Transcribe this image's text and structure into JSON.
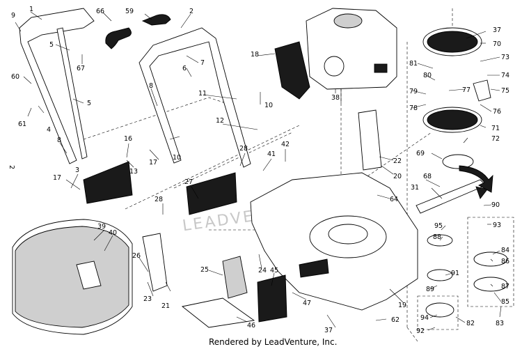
{
  "footer_credit": "Rendered by LeadVenture, Inc.",
  "watermark": "LEADVENTURE",
  "side_marker": "2",
  "callouts": [
    "1",
    "2",
    "3",
    "4",
    "5",
    "5",
    "6",
    "7",
    "8",
    "8",
    "9",
    "10",
    "10",
    "11",
    "12",
    "13",
    "16",
    "17",
    "17",
    "18",
    "19",
    "20",
    "21",
    "22",
    "23",
    "24",
    "25",
    "26",
    "27",
    "28",
    "28",
    "31",
    "37",
    "37",
    "38",
    "39",
    "40",
    "41",
    "42",
    "45",
    "46",
    "47",
    "59",
    "60",
    "61",
    "62",
    "64",
    "66",
    "67",
    "68",
    "69",
    "70",
    "71",
    "72",
    "73",
    "74",
    "75",
    "76",
    "77",
    "78",
    "79",
    "80",
    "81",
    "82",
    "83",
    "84",
    "85",
    "86",
    "87",
    "88",
    "89",
    "90",
    "91",
    "92",
    "93",
    "94",
    "95"
  ]
}
